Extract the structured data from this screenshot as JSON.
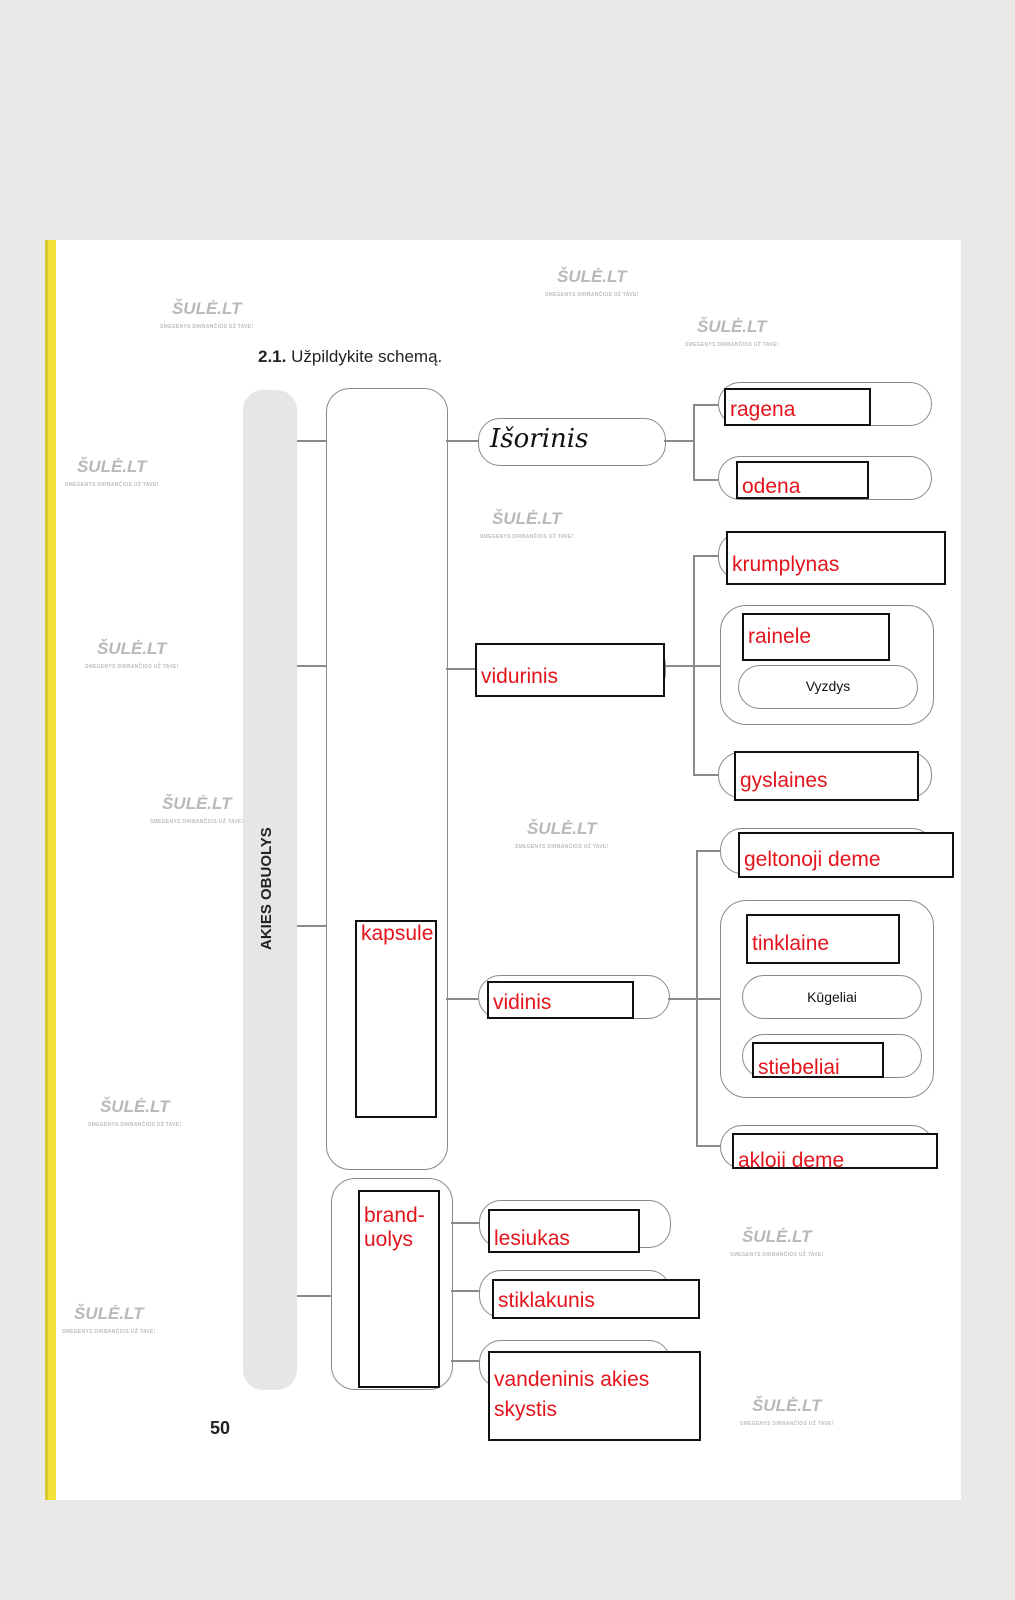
{
  "watermark": {
    "logo": "ŠULĖ.LT",
    "slogan": "SMEGENYS DIRBANČIOS UŽ TAVE!"
  },
  "task": {
    "number": "2.1.",
    "instruction": "Užpildykite schemą."
  },
  "diagram": {
    "root": "AKIES OBUOLYS",
    "groups": [
      {
        "answer": "kapsule"
      },
      {
        "answer": "brand-\nuolys"
      }
    ],
    "layers": {
      "outer": {
        "answer": "Išorinis",
        "children": [
          "ragena",
          "odena"
        ]
      },
      "middle": {
        "answer": "vidurinis",
        "children": [
          "krumplynas",
          "rainele",
          "gyslaines"
        ],
        "printed": "Vyzdys"
      },
      "inner": {
        "answer": "vidinis",
        "children": [
          "geltonoji deme",
          "tinklaine",
          "stiebeliai",
          "akloji deme"
        ],
        "printed": "Kūgeliai"
      }
    },
    "core": [
      "lesiukas",
      "stiklakunis",
      "vandeninis akies skystis"
    ]
  },
  "page_number": "50"
}
